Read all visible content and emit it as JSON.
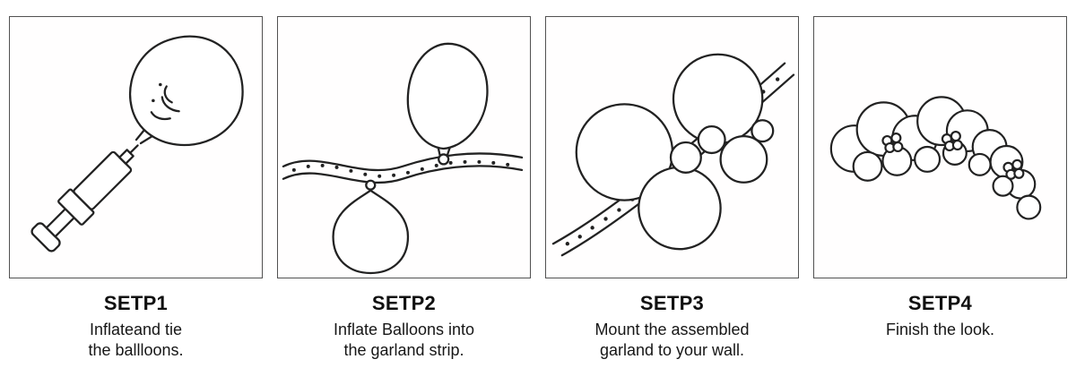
{
  "colors": {
    "line": "#222222",
    "box_border": "#525252",
    "text": "#111111"
  },
  "steps": [
    {
      "title": "SETP1",
      "description": "Inflateand tie\nthe ballloons.",
      "illustration": "balloon-pump-inflating-balloon"
    },
    {
      "title": "SETP2",
      "description": "Inflate Balloons into\nthe garland strip.",
      "illustration": "balloons-tied-to-garland-strip"
    },
    {
      "title": "SETP3",
      "description": "Mount the assembled\ngarland to your wall.",
      "illustration": "assembled-balloon-garland-cluster"
    },
    {
      "title": "SETP4",
      "description": "Finish the look.",
      "illustration": "finished-balloon-garland-arch"
    }
  ]
}
